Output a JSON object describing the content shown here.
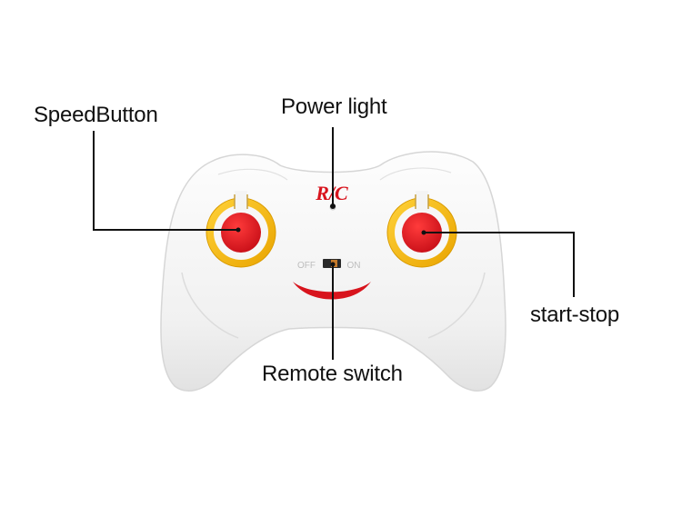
{
  "labels": {
    "speed_button": "SpeedButton",
    "power_light": "Power light",
    "start_stop": "start-stop",
    "remote_switch": "Remote switch"
  },
  "controller": {
    "logo_text": "R/C",
    "switch_off": "OFF",
    "switch_on": "ON"
  },
  "colors": {
    "body": "#f4f4f4",
    "button_red": "#e0151f",
    "ring_yellow": "#f2b705",
    "logo_red": "#d8141d",
    "leader_line": "#111111"
  }
}
